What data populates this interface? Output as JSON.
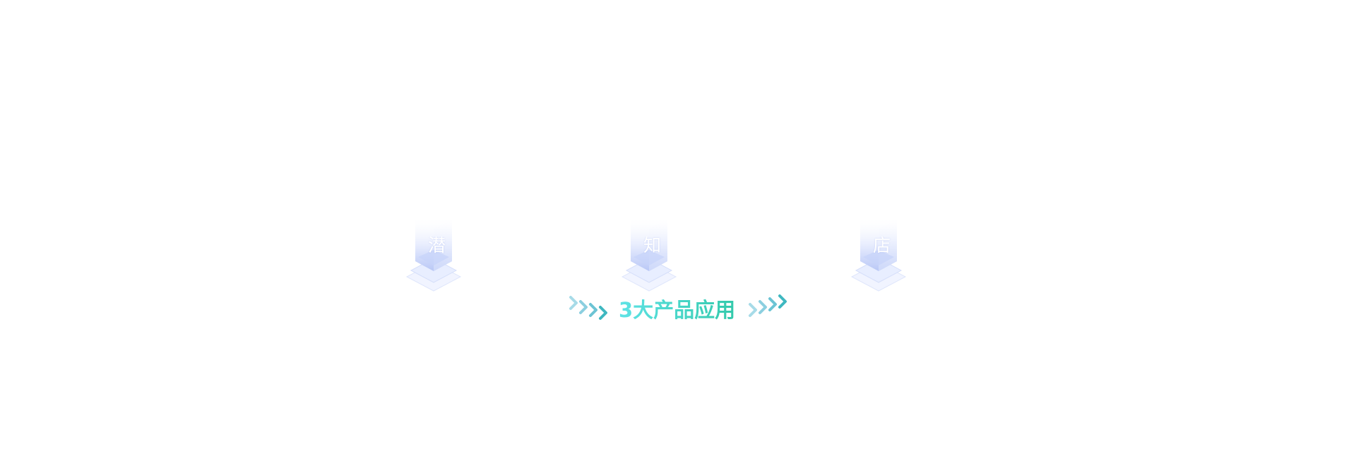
{
  "colors": {
    "background": "#ffffff",
    "pillar_light": "#eef2ff",
    "pillar_mid": "#cdd8fb",
    "pillar_deep": "#a9bbf3",
    "title_start": "#5fe3e6",
    "title_end": "#2fc7a6",
    "chevron_light": "#a7dbe8",
    "chevron_dark": "#3fb8c0"
  },
  "pillars": [
    {
      "label": "潜",
      "icon": "isometric-pillar-icon"
    },
    {
      "label": "知",
      "icon": "isometric-pillar-icon"
    },
    {
      "label": "店",
      "icon": "isometric-pillar-icon"
    }
  ],
  "banner": {
    "title": "3大产品应用",
    "left_icon": "double-chevron-right-icon",
    "right_icon": "double-chevron-right-icon"
  }
}
